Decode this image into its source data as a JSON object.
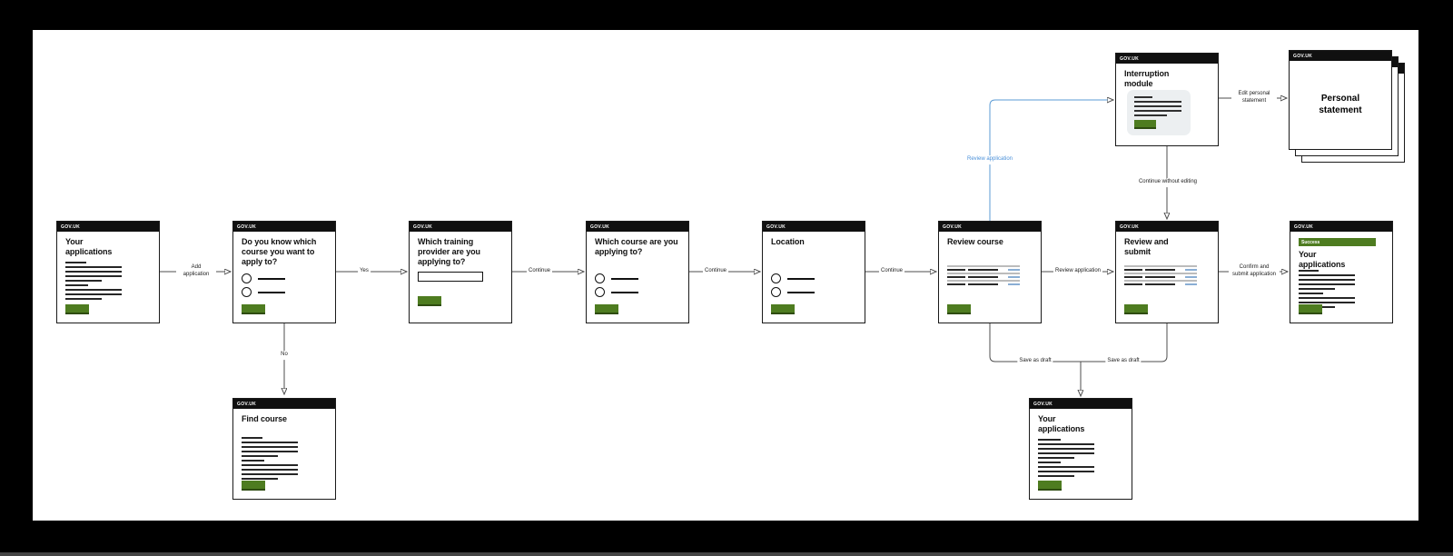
{
  "chrome": {
    "brand": "GOV.UK"
  },
  "colors": {
    "button_green": "#4e7c20",
    "button_green_dark": "#2e4c11",
    "summary_link_blue": "#8aaed4",
    "arrow_blue": "#5b9bd5",
    "label_blue": "#4a90d9"
  },
  "boxes": {
    "your_applications_start": {
      "title": "Your\napplications",
      "skeleton": [
        23,
        62,
        62,
        62,
        40,
        25,
        62,
        62,
        40
      ]
    },
    "do_you_know": {
      "title": "Do you know which\ncourse you want to\napply to?",
      "radios": 2
    },
    "training_provider": {
      "title": "Which training\nprovider are you\napplying to?"
    },
    "which_course": {
      "title": "Which course are you\napplying to?",
      "radios": 2
    },
    "location": {
      "title": "Location",
      "radios": 2
    },
    "review_course": {
      "title": "Review course",
      "summary": {
        "rows": 3,
        "cols": [
          20,
          33,
          13
        ]
      }
    },
    "review_and_submit": {
      "title": "Review and\nsubmit",
      "summary": {
        "rows": 3,
        "cols": [
          20,
          33,
          13
        ]
      }
    },
    "your_applications_success": {
      "title": "Your\napplications",
      "banner": "Success",
      "skeleton": [
        22,
        62,
        62,
        62,
        40,
        27,
        62,
        62,
        40
      ]
    },
    "interruption_module": {
      "title": "Interruption\nmodule",
      "panel_skeleton": [
        20,
        52,
        52,
        52,
        36
      ]
    },
    "personal_statement": {
      "title": "Personal\nstatement"
    },
    "find_course": {
      "title": "Find course",
      "skeleton": [
        23,
        62,
        62,
        62,
        40,
        25,
        62,
        62,
        62,
        40
      ]
    },
    "your_applications_draft": {
      "title": "Your\napplications",
      "skeleton": [
        25,
        62,
        62,
        62,
        40,
        25,
        62,
        62,
        40
      ]
    }
  },
  "labels": {
    "add_application": "Add\napplication",
    "yes": "Yes",
    "no": "No",
    "continue": "Continue",
    "review_application": "Review application",
    "confirm_submit": "Confirm and\nsubmit application",
    "edit_personal_statement": "Edit personal\nstatement",
    "continue_without_editing": "Continue without editing",
    "save_as_draft": "Save as draft"
  }
}
